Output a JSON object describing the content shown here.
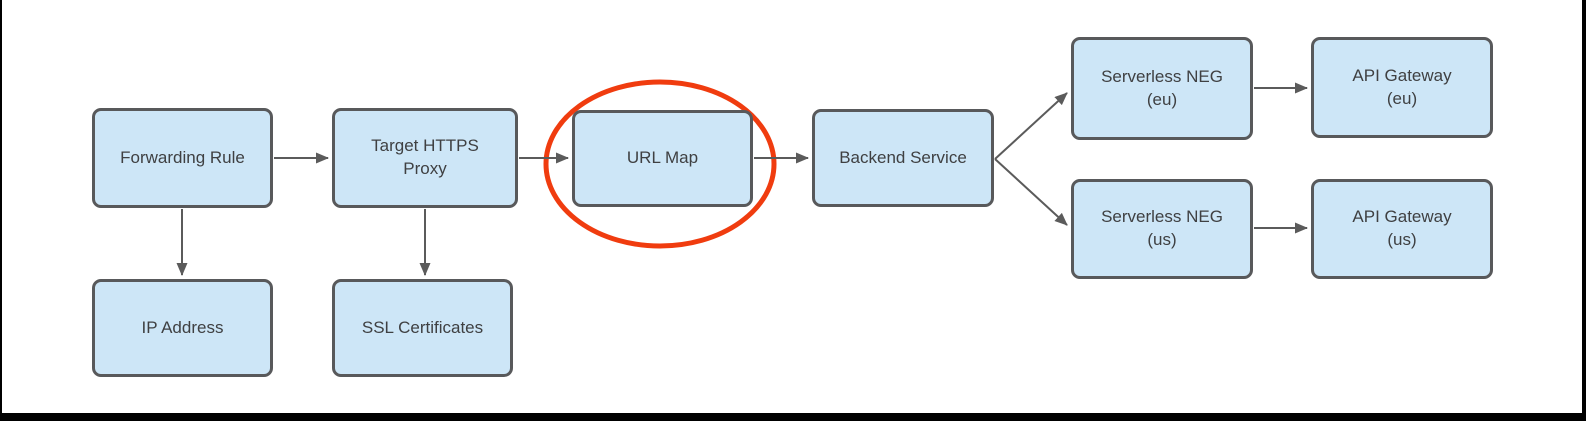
{
  "diagram": {
    "description": "Google Cloud HTTPS load balancer architecture flow diagram",
    "nodes": [
      {
        "id": "forwarding-rule",
        "label": "Forwarding Rule"
      },
      {
        "id": "target-https-proxy",
        "label": "Target HTTPS\nProxy"
      },
      {
        "id": "url-map",
        "label": "URL Map",
        "highlighted": true
      },
      {
        "id": "backend-service",
        "label": "Backend Service"
      },
      {
        "id": "serverless-neg-eu",
        "label": "Serverless NEG\n(eu)"
      },
      {
        "id": "api-gateway-eu",
        "label": "API Gateway\n(eu)"
      },
      {
        "id": "serverless-neg-us",
        "label": "Serverless NEG\n(us)"
      },
      {
        "id": "api-gateway-us",
        "label": "API Gateway\n(us)"
      },
      {
        "id": "ip-address",
        "label": "IP Address"
      },
      {
        "id": "ssl-certificates",
        "label": "SSL Certificates"
      }
    ],
    "edges": [
      {
        "from": "Forwarding Rule",
        "to": "Target HTTPS Proxy"
      },
      {
        "from": "Target HTTPS Proxy",
        "to": "URL Map"
      },
      {
        "from": "URL Map",
        "to": "Backend Service"
      },
      {
        "from": "Backend Service",
        "to": "Serverless NEG (eu)"
      },
      {
        "from": "Backend Service",
        "to": "Serverless NEG (us)"
      },
      {
        "from": "Serverless NEG (eu)",
        "to": "API Gateway (eu)"
      },
      {
        "from": "Serverless NEG (us)",
        "to": "API Gateway (us)"
      },
      {
        "from": "Forwarding Rule",
        "to": "IP Address"
      },
      {
        "from": "Target HTTPS Proxy",
        "to": "SSL Certificates"
      }
    ],
    "annotation": {
      "type": "ellipse",
      "target": "URL Map",
      "color": "#F03C0F"
    },
    "colors": {
      "node_fill": "#CDE6F7",
      "node_border": "#58595B",
      "arrow": "#5B5B5B",
      "text": "#3F4042",
      "highlight": "#F03C0F",
      "page_edge": "#000000"
    }
  }
}
